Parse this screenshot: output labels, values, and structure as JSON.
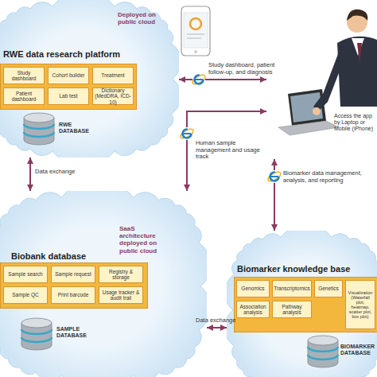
{
  "diagram": {
    "nodes": [
      {
        "text": [
          "RWE data research platform",
          "Deployed on public cloud"
        ]
      },
      {
        "text": [
          "Study dashboard"
        ],
        "in": 0
      },
      {
        "text": [
          "Cohort builder"
        ],
        "in": 0
      },
      {
        "text": [
          "Treatment"
        ],
        "in": 0
      },
      {
        "text": [
          "Patient dashboard"
        ],
        "in": 0
      },
      {
        "text": [
          "Lab test"
        ],
        "in": 0
      },
      {
        "text": [
          "Dictionary (MedDRA, ICD-10)"
        ],
        "in": 0
      },
      {
        "text": [
          "RWE DATABASE"
        ],
        "in": 0
      },
      {
        "text": [
          "Biobank database",
          "SaaS architecture deployed on public cloud"
        ]
      },
      {
        "text": [
          "Sample search"
        ],
        "in": 8
      },
      {
        "text": [
          "Sample request"
        ],
        "in": 8
      },
      {
        "text": [
          "Registry & storage"
        ],
        "in": 8
      },
      {
        "text": [
          "Sample QC"
        ],
        "in": 8
      },
      {
        "text": [
          "Print barcode"
        ],
        "in": 8
      },
      {
        "text": [
          "Usage tracker & audit trail"
        ],
        "in": 8
      },
      {
        "text": [
          "SAMPLE DATABASE"
        ],
        "in": 8
      },
      {
        "text": [
          "Biomarker knowledge base"
        ]
      },
      {
        "text": [
          "Genomics"
        ],
        "in": 16
      },
      {
        "text": [
          "Transcriptomics"
        ],
        "in": 16
      },
      {
        "text": [
          "Genetics"
        ],
        "in": 16
      },
      {
        "text": [
          "Visualization (Waterfall plot, heatmap, scatter plot, box plot)"
        ],
        "in": 16
      },
      {
        "text": [
          "Association analysis"
        ],
        "in": 16
      },
      {
        "text": [
          "Pathway analysis"
        ],
        "in": 16
      },
      {
        "text": [
          "BIOMARKER DATABASE"
        ],
        "in": 16
      },
      {
        "text": [
          "Access the app by Laptop or Mobile (iPhone)"
        ]
      }
    ],
    "edges": [
      {
        "from": 24,
        "to": 0,
        "arrow": "both",
        "label": "Study dashboard, patient follow-up, and diagnosis"
      },
      {
        "from": 24,
        "to": 8,
        "arrow": "both",
        "label": "Human sample management and usage track"
      },
      {
        "from": 24,
        "to": 16,
        "arrow": "both",
        "label": "Biomarker data management, analysis, and reporting"
      },
      {
        "from": 0,
        "to": 8,
        "arrow": "both",
        "label": "Data exchange"
      },
      {
        "from": 8,
        "to": 16,
        "arrow": "both",
        "label": "Data exchange"
      }
    ]
  }
}
